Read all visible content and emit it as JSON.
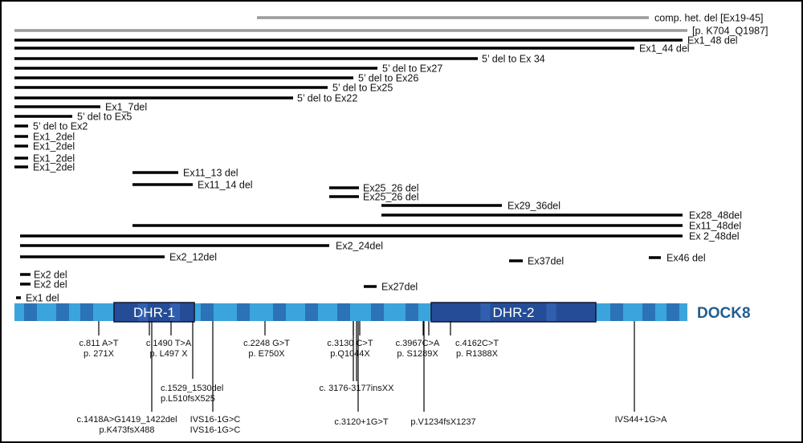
{
  "gene": "DOCK8",
  "colors": {
    "bar_light": "#3ba4dc",
    "bar_dark": "#2b6db3",
    "domain_fill": "#254d97",
    "gene_label": "#1f5e91",
    "line_black": "#000000",
    "line_gray": "#9a9a9a"
  },
  "domains": [
    {
      "name": "DHR-1"
    },
    {
      "name": "DHR-2"
    }
  ],
  "deletions": [
    {
      "label": "comp. het. del [Ex19-45]",
      "gray": true
    },
    {
      "label": "[p. K704_Q1987]",
      "gray": true
    },
    {
      "label": "Ex1_48 del"
    },
    {
      "label": "Ex1_44 del"
    },
    {
      "label": "5’ del to Ex 34"
    },
    {
      "label": "5’ del to Ex27"
    },
    {
      "label": "5’ del to Ex26"
    },
    {
      "label": "5’ del to Ex25"
    },
    {
      "label": "5’ del to Ex22"
    },
    {
      "label": "Ex1_7del"
    },
    {
      "label": "5’ del to Ex5"
    },
    {
      "label": "5’ del to Ex2"
    },
    {
      "label": "Ex1_2del"
    },
    {
      "label": "Ex1_2del"
    },
    {
      "label": "Ex1_2del"
    },
    {
      "label": "Ex1_2del"
    },
    {
      "label": "Ex11_13 del"
    },
    {
      "label": "Ex11_14 del"
    },
    {
      "label": "Ex25_26 del"
    },
    {
      "label": "Ex25_26 del"
    },
    {
      "label": "Ex29_36del"
    },
    {
      "label": "Ex28_48del"
    },
    {
      "label": "Ex11_48del"
    },
    {
      "label": "Ex 2_48del"
    },
    {
      "label": "Ex2_24del"
    },
    {
      "label": "Ex2_12del"
    },
    {
      "label": "Ex37del"
    },
    {
      "label": "Ex46 del"
    },
    {
      "label": "Ex2 del"
    },
    {
      "label": "Ex2 del"
    },
    {
      "label": "Ex27del"
    },
    {
      "label": "Ex1 del"
    }
  ],
  "mutations": [
    {
      "lines": [
        "c.811 A>T",
        "p. 271X"
      ]
    },
    {
      "lines": [
        "c.1490 T>A",
        "p. L497 X"
      ]
    },
    {
      "lines": [
        "c.1529_1530del",
        "p.L510fsX525"
      ]
    },
    {
      "lines": [
        "c.1418A>G1419_1422del",
        "p.K473fsX488"
      ]
    },
    {
      "lines": [
        "IVS16-1G>C",
        "IVS16-1G>C"
      ]
    },
    {
      "lines": [
        "c.2248 G>T",
        "p. E750X"
      ]
    },
    {
      "lines": [
        "c.3130 C>T",
        "p.Q1044X"
      ]
    },
    {
      "lines": [
        "c. 3176-3177insXX"
      ]
    },
    {
      "lines": [
        "c.3120+1G>T"
      ]
    },
    {
      "lines": [
        "c.3967C>A",
        "p. S1289X"
      ]
    },
    {
      "lines": [
        "p.V1234fsX1237"
      ]
    },
    {
      "lines": [
        "c.4162C>T",
        "p. R1388X"
      ]
    },
    {
      "lines": [
        "IVS44+1G>A"
      ]
    }
  ]
}
